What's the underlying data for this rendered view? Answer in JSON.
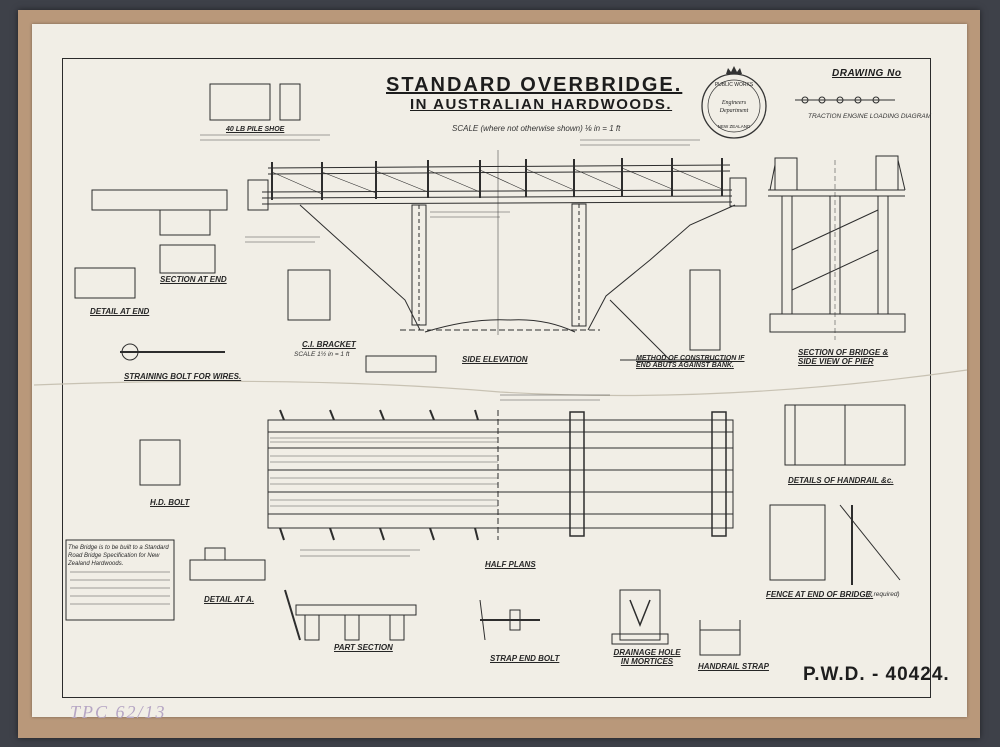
{
  "title": "STANDARD OVERBRIDGE.",
  "subtitle": "IN AUSTRALIAN HARDWOODS.",
  "scale_note": "SCALE (where not otherwise shown) ⅛ in = 1 ft",
  "drawing_label": "DRAWING No",
  "traction_label": "TRACTION ENGINE LOADING DIAGRAM",
  "drawing_number": "P.W.D. - 40424.",
  "seal": {
    "top": "PUBLIC WORKS",
    "middle1": "Engineers",
    "middle2": "Department",
    "bottom": "NEW ZEALAND"
  },
  "views": {
    "side_elevation": "SIDE ELEVATION",
    "half_plans": "HALF PLANS",
    "section_pier": "SECTION OF BRIDGE & SIDE VIEW OF PIER",
    "method": "METHOD OF CONSTRUCTION IF END ABUTS AGAINST BANK.",
    "ci_bracket": "C.I. BRACKET",
    "ci_bracket_scale": "SCALE 1½ in = 1 ft",
    "straining_bolt": "STRAINING BOLT FOR WIRES.",
    "hd_bolt": "H.D. BOLT",
    "detail_at_end": "DETAIL AT END",
    "section_at_end": "SECTION AT END",
    "detail_a": "DETAIL AT A.",
    "part_section": "PART SECTION",
    "strap_end_bolt": "STRAP END BOLT",
    "drainage_hole": "DRAINAGE HOLE IN MORTICES",
    "handrail_strap": "HANDRAIL STRAP",
    "details_handrail": "DETAILS OF HANDRAIL &c.",
    "fence_end": "FENCE AT END OF BRIDGE.",
    "fence_if_required": "(If required)",
    "pile_shoe": "40 LB PILE SHOE"
  },
  "notes": {
    "box": "The Bridge is to be built to a Standard Road Bridge Specification for New Zealand Hardwoods."
  },
  "pencil_mark": "TPC 62/13"
}
